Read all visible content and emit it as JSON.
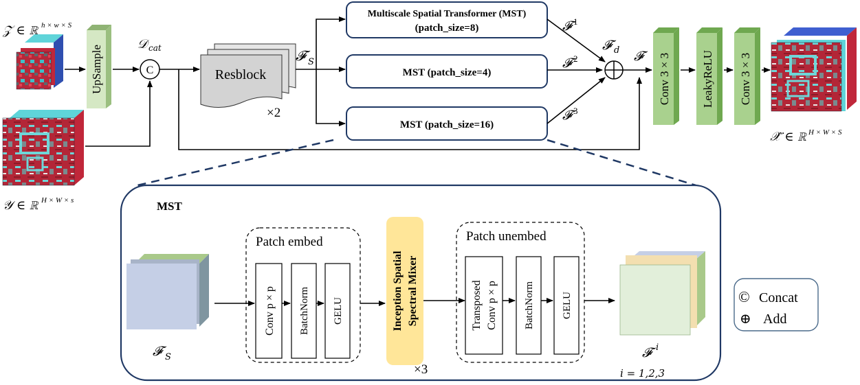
{
  "top": {
    "input_low_label": "𝒵 ∈ ℝ",
    "input_low_sup": "h × w × S",
    "input_high_label": "𝒴 ∈ ℝ",
    "input_high_sup": "H × W × s",
    "upsample": "UpSample",
    "concat_symbol": "C",
    "dcat_label": "𝒟",
    "dcat_sub": "cat",
    "resblock": "Resblock",
    "resblock_repeat": "×2",
    "fs_label": "𝓕",
    "fs_sub": "S",
    "mst_top_line1": "Multiscale Spatial Transformer (MST)",
    "mst_top_line2": "(patch_size=8)",
    "mst_mid": "MST (patch_size=4)",
    "mst_bot": "MST (patch_size=16)",
    "f1": "𝓕",
    "f1_sup": "1",
    "f2": "𝓕",
    "f2_sup": "2",
    "f3": "𝓕",
    "f3_sup": "3",
    "fd": "𝓕",
    "fd_sub": "d",
    "f": "𝓕",
    "conv1": "Conv 3 × 3",
    "leaky": "LeakyReLU",
    "conv2": "Conv 3 × 3",
    "output_label": "𝒳̂ ∈ ℝ",
    "output_sup": "H × W × S"
  },
  "detail": {
    "title": "MST",
    "patch_embed": "Patch embed",
    "conv_p": "Conv p × p",
    "batchnorm": "BatchNorm",
    "gelu": "GELU",
    "mixer_line1": "Inception Spatial",
    "mixer_line2": "Spectral Mixer",
    "mixer_repeat": "×3",
    "patch_unembed": "Patch unembed",
    "transposed_line1": "Transposed",
    "transposed_line2": "Conv p × p",
    "batchnorm2": "BatchNorm",
    "gelu2": "GELU",
    "fs_label": "𝓕",
    "fs_sub": "S",
    "fi_label": "𝓕",
    "fi_sup": "i",
    "index_label": "i = 1,2,3"
  },
  "legend": {
    "concat_symbol": "©",
    "concat_text": "Concat",
    "add_symbol": "⊕",
    "add_text": "Add"
  },
  "colors": {
    "mst_border": "#1f3864",
    "green_block": "#a9d18e",
    "upsample_fill": "#d5e8c4",
    "mixer_fill": "#ffe699",
    "cube_blue": "#c5cfe6",
    "satellite_red": "#c0273a",
    "satellite_cyan": "#5fd4d9"
  }
}
